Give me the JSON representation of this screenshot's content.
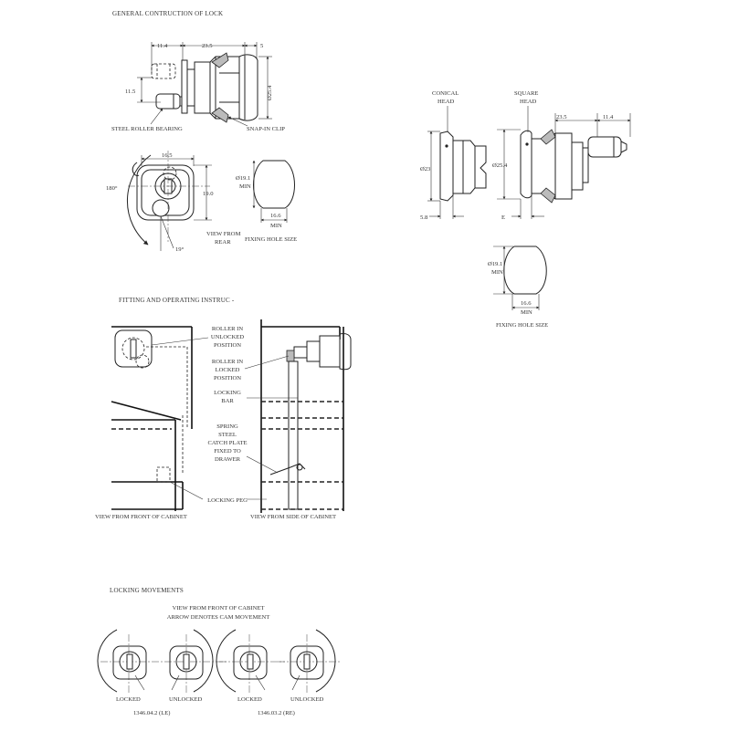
{
  "sections": {
    "general_title": "GENERAL CONTRUCTION OF LOCK",
    "fitting_title": "FITTING AND OPERATING INSTRUC  -",
    "locking_title": "LOCKING MOVEMENTS"
  },
  "general": {
    "dim_top_left": "11.4",
    "dim_top_mid": "23.5",
    "dim_top_right": "5",
    "dim_height": "11.5",
    "dim_dia": "Ø25.4",
    "label_steel_roller": "STEEL ROLLER BEARING",
    "label_snap_clip": "SNAP-IN CLIP",
    "rear_dim_width": "16.5",
    "rear_dim_height": "19.0",
    "rear_angle": "180°",
    "rear_small_angle": "19°",
    "rear_caption_1": "VIEW FROM",
    "rear_caption_2": "REAR",
    "hole_dim_dia_1": "Ø19.1",
    "hole_dim_dia_2": "MIN",
    "hole_dim_width_1": "16.6",
    "hole_dim_width_2": "MIN",
    "hole_caption": "FIXING HOLE SIZE"
  },
  "heads": {
    "conical_1": "CONICAL",
    "conical_2": "HEAD",
    "square_1": "SQUARE",
    "square_2": "HEAD",
    "dim_235": "23.5",
    "dim_114": "11.4",
    "dim_23": "Ø23",
    "dim_254": "Ø25.4",
    "dim_58": "5.8",
    "dim_e": "E",
    "hole_dim_dia_1": "Ø19.1",
    "hole_dim_dia_2": "MIN",
    "hole_dim_width_1": "16.6",
    "hole_dim_width_2": "MIN",
    "hole_caption": "FIXING HOLE SIZE"
  },
  "fitting": {
    "roller_unlocked": [
      "ROLLER IN",
      "UNLOCKED",
      "POSITION"
    ],
    "roller_locked": [
      "ROLLER IN",
      "LOCKED",
      "POSITION"
    ],
    "locking_bar": [
      "LOCKING",
      "BAR"
    ],
    "catch_plate": [
      "SPRING",
      "STEEL",
      "CATCH PLATE",
      "FIXED TO",
      "DRAWER"
    ],
    "locking_peg": "LOCKING PEG",
    "caption_front": "VIEW FROM FRONT OF CABINET",
    "caption_side": "VIEW FROM SIDE OF CABINET"
  },
  "movements": {
    "subtitle_1": "VIEW FROM FRONT OF CABINET",
    "subtitle_2": "ARROW DENOTES CAM MOVEMENT",
    "states": [
      "LOCKED",
      "UNLOCKED",
      "LOCKED",
      "UNLOCKED"
    ],
    "part_left": "1346.04.2 (LE)",
    "part_right": "1346.03.2 (RE)"
  }
}
